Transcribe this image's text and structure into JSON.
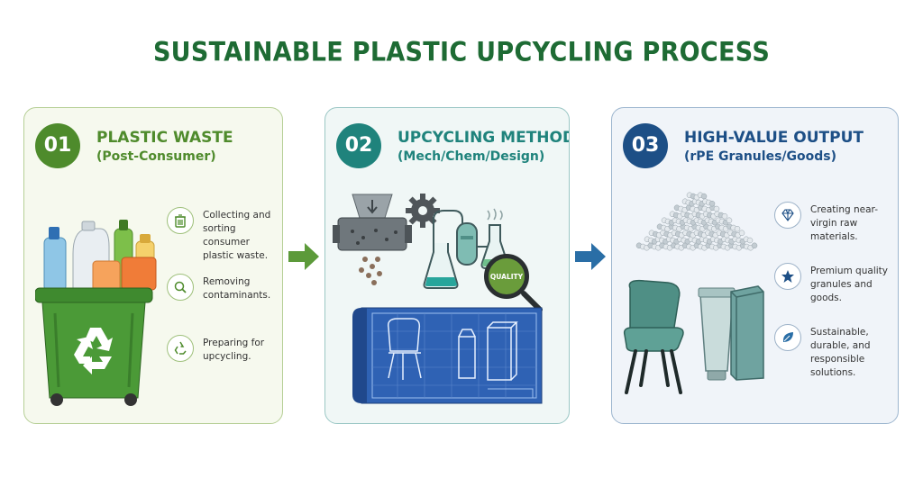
{
  "title": "SUSTAINABLE PLASTIC UPCYCLING PROCESS",
  "panels": [
    {
      "number": "01",
      "title": "PLASTIC WASTE",
      "subtitle": "(Post-Consumer)",
      "steps": [
        {
          "text": "Collecting and sorting consumer plastic waste.",
          "icon": "trash-can-icon"
        },
        {
          "text": "Removing contaminants.",
          "icon": "magnifier-icon"
        },
        {
          "text": "Preparing for upcycling.",
          "icon": "recycle-icon"
        }
      ]
    },
    {
      "number": "02",
      "title": "UPCYCLING METHOD",
      "subtitle": "(Mech/Chem/Design)",
      "quality_label": "QUALITY"
    },
    {
      "number": "03",
      "title": "HIGH-VALUE OUTPUT",
      "subtitle": "(rPE Granules/Goods)",
      "steps": [
        {
          "text": "Creating near-virgin raw materials.",
          "icon": "diamond-icon"
        },
        {
          "text": "Premium quality granules and goods.",
          "icon": "star-icon"
        },
        {
          "text": "Sustainable, durable, and responsible solutions.",
          "icon": "leaf-icon"
        }
      ]
    }
  ],
  "colors": {
    "title": "#1e6b34",
    "panel1": "#4e8b2c",
    "panel2": "#1f837c",
    "panel3": "#1d4f86",
    "arrow1": "#5c9a3a",
    "arrow2": "#2a6ea6"
  }
}
